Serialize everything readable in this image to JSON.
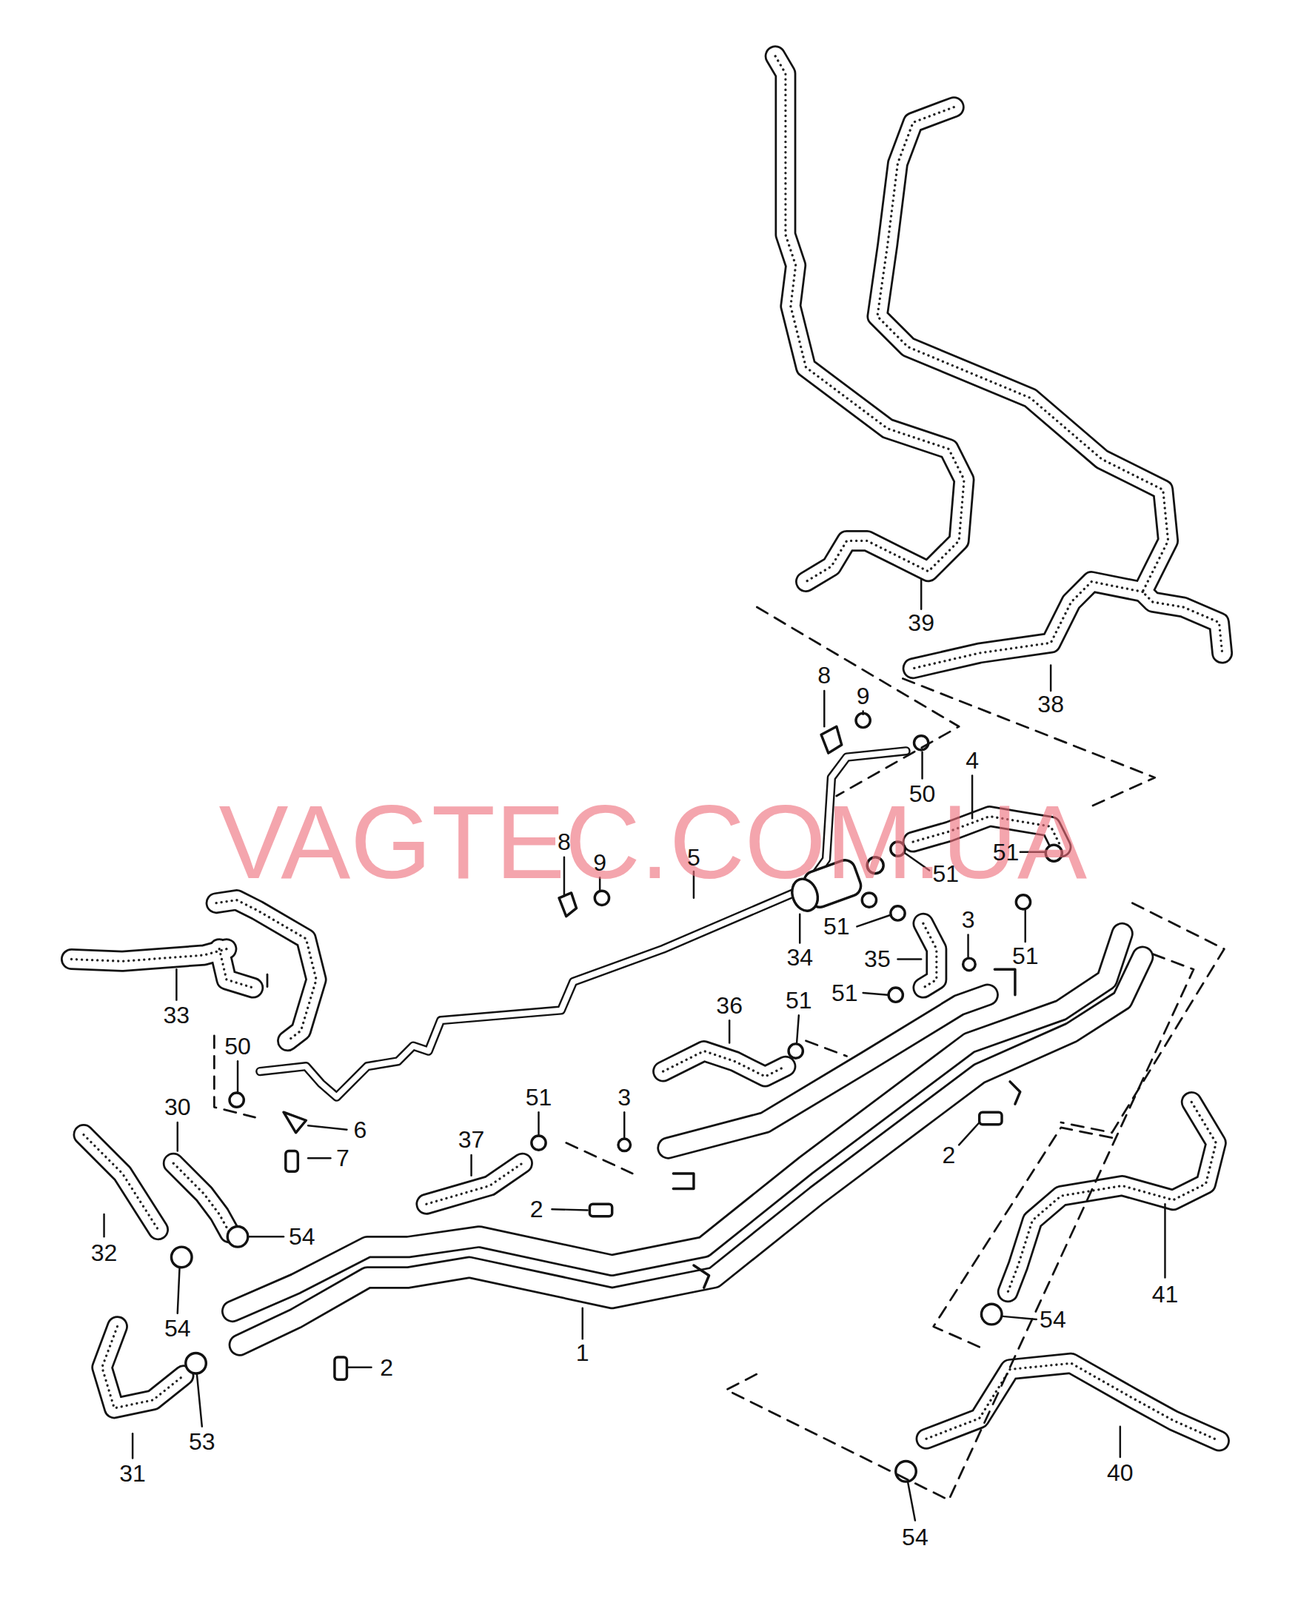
{
  "diagram": {
    "labels": [
      "VAGTEC.COM.UA",
      "39",
      "38",
      "8",
      "9",
      "50",
      "4",
      "8",
      "9",
      "5",
      "51",
      "51",
      "34",
      "51",
      "3",
      "35",
      "51",
      "33",
      "36",
      "51",
      "51",
      "50",
      "30",
      "51",
      "3",
      "6",
      "7",
      "37",
      "2",
      "2",
      "32",
      "54",
      "54",
      "54",
      "41",
      "1",
      "2",
      "53",
      "31",
      "40",
      "54"
    ]
  }
}
